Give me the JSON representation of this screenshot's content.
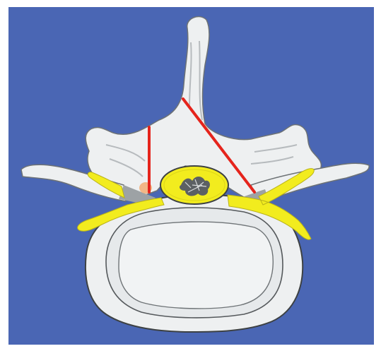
{
  "figure": {
    "kind": "vertebra-axial-illustration",
    "labels": []
  },
  "colors": {
    "background": "#4a66b4",
    "bone": "#eef0f1",
    "bone_outline": "#6d7275",
    "bone_shadow": "#c9cdd0",
    "nerve": "#f2ec1e",
    "nerve_outline": "#b9b21a",
    "cut_line": "#e5241c",
    "frame": "#ffffff"
  },
  "icons": [
    "vertebral-body",
    "spinous-process",
    "transverse-process-left",
    "transverse-process-right",
    "spinal-canal",
    "nerve-root-left",
    "nerve-root-right",
    "cut-line-left",
    "cut-line-right"
  ]
}
